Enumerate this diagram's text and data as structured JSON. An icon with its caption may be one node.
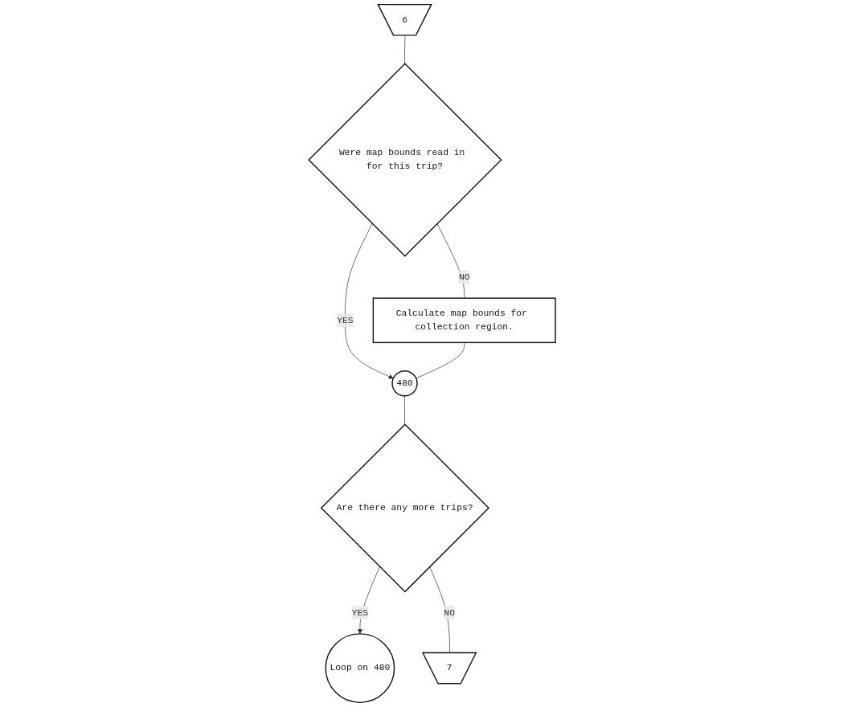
{
  "diagram": {
    "nodes": [
      {
        "text": [
          "6"
        ]
      },
      {
        "text": [
          "Were map bounds read in for this trip?"
        ]
      },
      {
        "text": [
          "Calculate map bounds for collection region."
        ]
      },
      {
        "text": [
          "480"
        ]
      },
      {
        "text": [
          "Are there any more trips?"
        ]
      },
      {
        "text": [
          "Loop on 480"
        ]
      },
      {
        "text": [
          "7"
        ]
      }
    ],
    "edges": [
      {
        "from": 0,
        "to": 1,
        "arrow": "none"
      },
      {
        "from": 1,
        "to": 2,
        "arrow": "none",
        "label": "NO"
      },
      {
        "from": 1,
        "to": 3,
        "arrow": "to",
        "label": "YES"
      },
      {
        "from": 2,
        "to": 3,
        "arrow": "none"
      },
      {
        "from": 3,
        "to": 4,
        "arrow": "none"
      },
      {
        "from": 4,
        "to": 5,
        "arrow": "to",
        "label": "YES"
      },
      {
        "from": 4,
        "to": 6,
        "arrow": "none",
        "label": "NO"
      }
    ]
  }
}
